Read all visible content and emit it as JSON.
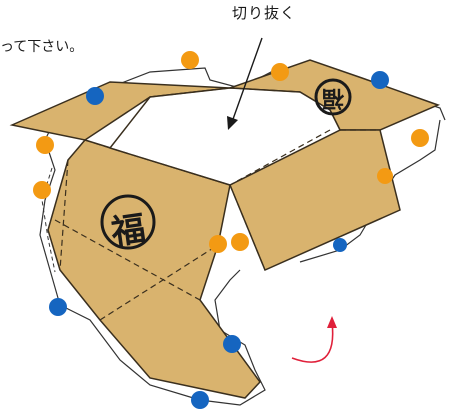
{
  "labels": {
    "cut": "切り抜く",
    "instruction": "って下さい。",
    "fuku_large": "福",
    "fuku_small": "福"
  },
  "colors": {
    "cardboard": "#D9B36E",
    "cardboard_edge": "#3a2f1e",
    "dot_orange": "#F39A13",
    "dot_blue": "#1565C0",
    "arrow_red": "#E0203A",
    "outline": "#333333"
  },
  "icons": {
    "cut_arrow": "arrow-down-icon",
    "rotate_arrow": "curved-arrow-icon"
  }
}
